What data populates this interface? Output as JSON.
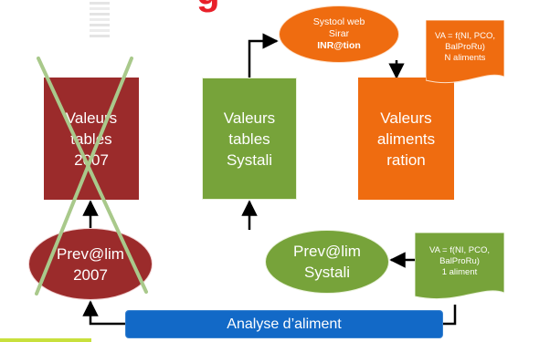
{
  "title": "g",
  "nodes": {
    "valeurs_tables_2007": "Valeurs\ntables\n2007",
    "prevalim_2007": "Prev@lim\n2007",
    "valeurs_tables_systali": "Valeurs\ntables\nSystali",
    "prevalim_systali": "Prev@lim\nSystali",
    "systool": {
      "line1": "Systool web",
      "line2": "Sirar",
      "line3": "INR@tion"
    },
    "valeurs_aliments_ration": "Valeurs\naliments\nration",
    "va_n_aliments": "VA = f(NI, PCO,\nBalProRu)\nN aliments",
    "va_1_aliment": "VA = f(NI, PCO,\nBalProRu)\n1 aliment",
    "analyse": "Analyse d’aliment"
  },
  "colors": {
    "red": "#9b2b2b",
    "green": "#77a33a",
    "orange": "#ef6c10",
    "blue": "#1269c7",
    "cross": "#a9c98b",
    "title": "#e8202a",
    "accent": "#c8e03c"
  }
}
